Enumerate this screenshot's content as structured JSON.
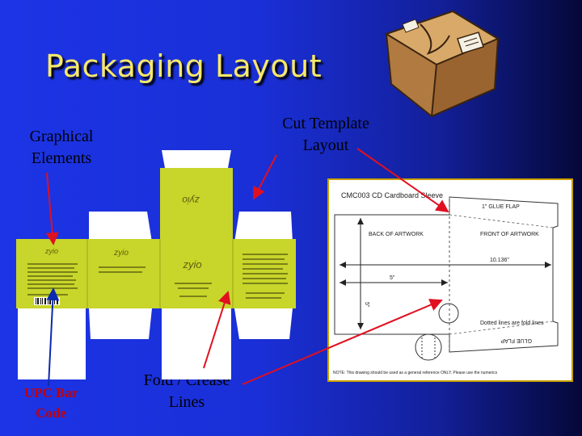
{
  "title": "Packaging Layout",
  "labels": {
    "graphical_line1": "Graphical",
    "graphical_line2": "Elements",
    "cut_line1": "Cut Template",
    "cut_line2": "Layout",
    "fold_line1": "Fold / Crease",
    "fold_line2": "Lines",
    "upc_line1": "UPC Bar",
    "upc_line2": "Code"
  },
  "box_art": {
    "brand": "zyio"
  },
  "template": {
    "header": "CMC003 CD Cardboard Sleeve",
    "glue_flap_top": "1\" GLUE FLAP",
    "back_of_artwork": "BACK OF ARTWORK",
    "front_of_artwork": "FRONT OF ARTWORK",
    "width_dim": "10.136\"",
    "inner_dim": "5\"",
    "height_dim": "5\"",
    "dotted_note": "Dotted lines are fold lines",
    "glue_flap_bottom": "GLUE FLAP",
    "footnote": "NOTE: This drawing should be used as a general reference ONLY. Please use the numerics"
  },
  "colors": {
    "title": "#f6e86a",
    "arrow": "#e01020",
    "box_green": "#c8d52a"
  }
}
